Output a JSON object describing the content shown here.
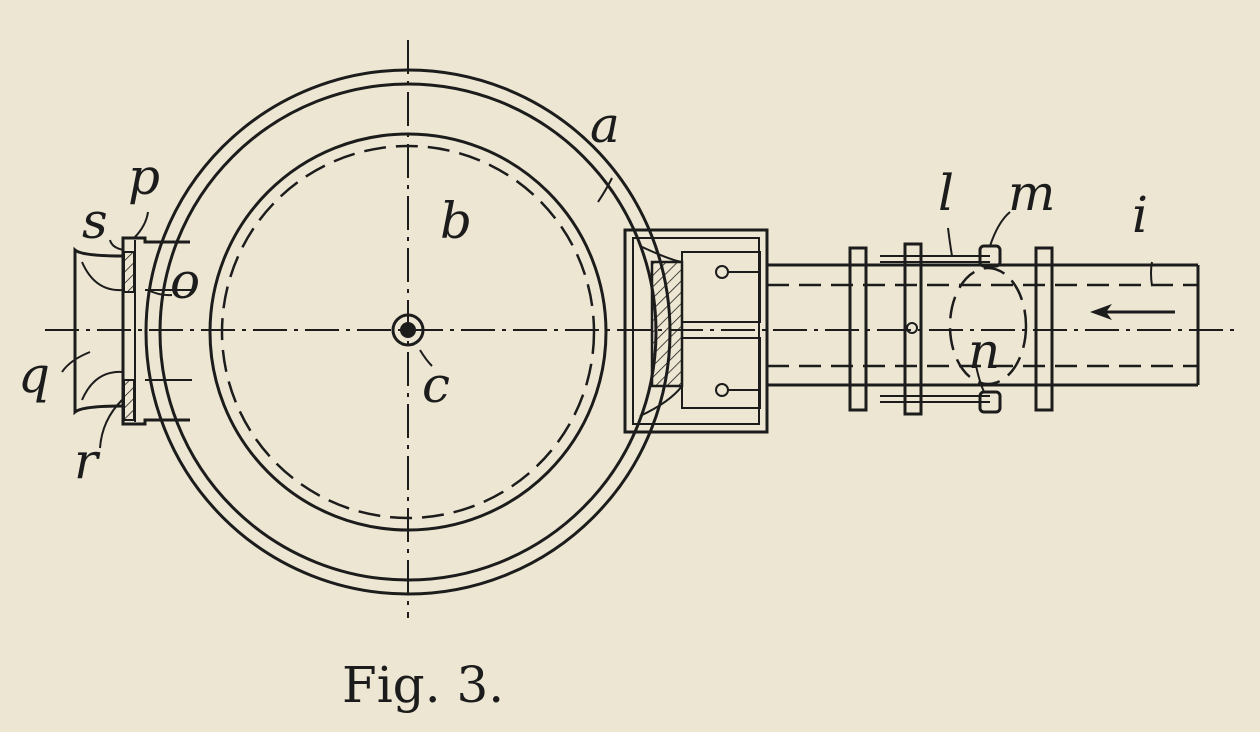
{
  "figure": {
    "caption": "Fig. 3.",
    "labels": {
      "a": "a",
      "b": "b",
      "c": "c",
      "i": "i",
      "l": "l",
      "m": "m",
      "n": "n",
      "o": "o",
      "p": "p",
      "q": "q",
      "r": "r",
      "s": "s"
    }
  }
}
